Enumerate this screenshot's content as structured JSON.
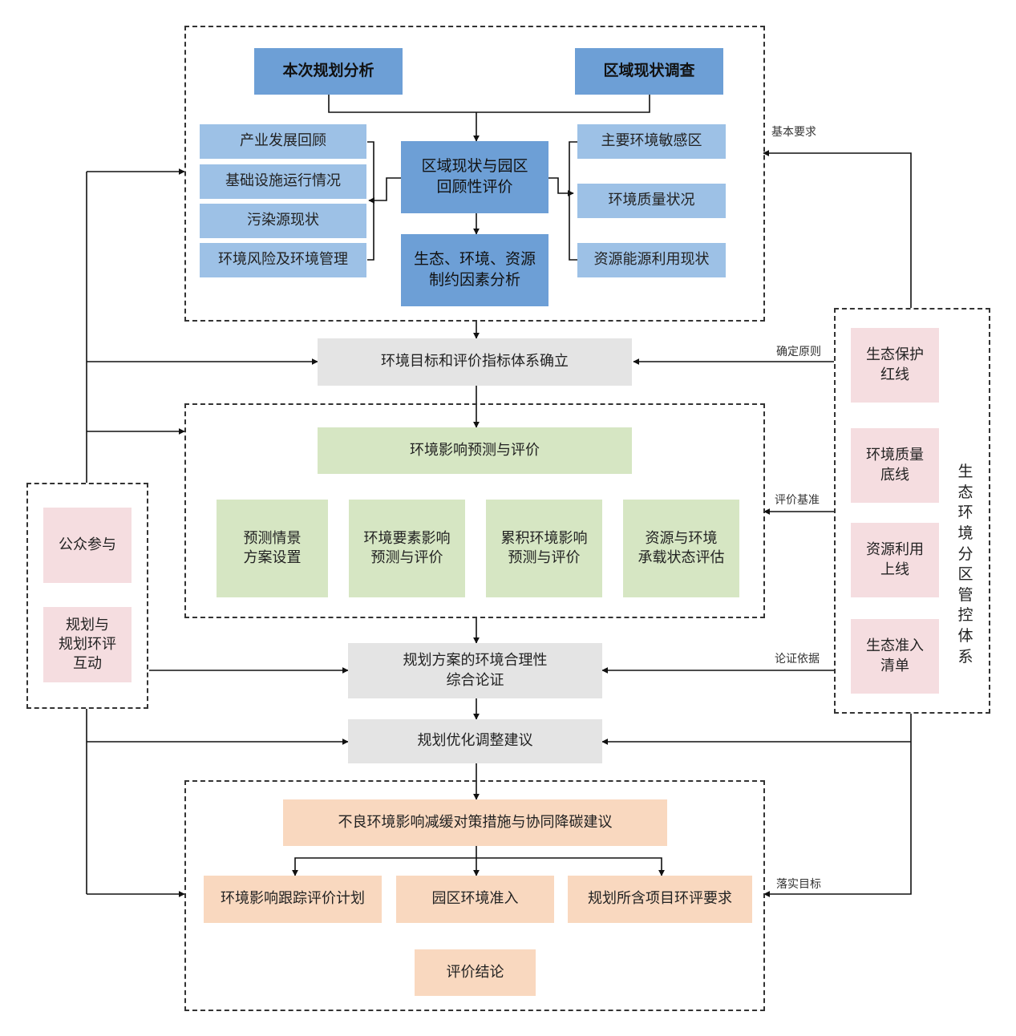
{
  "top_section": {
    "plan_analysis": "本次规划分析",
    "regional_survey": "区域现状调查",
    "regional_review": "区域现状与园区\n回顾性评价",
    "constraint_analysis": "生态、环境、资源\n制约因素分析",
    "left_items": [
      "产业发展回顾",
      "基础设施运行情况",
      "污染源现状",
      "环境风险及环境管理"
    ],
    "right_items": [
      "主要环境敏感区",
      "环境质量状况",
      "资源能源利用现状"
    ]
  },
  "target_system": "环境目标和评价指标体系确立",
  "prediction_section": {
    "title": "环境影响预测与评价",
    "items": [
      "预测情景\n方案设置",
      "环境要素影响\n预测与评价",
      "累积环境影响\n预测与评价",
      "资源与环境\n承载状态评估"
    ]
  },
  "rationality": "规划方案的环境合理性\n综合论证",
  "optimization": "规划优化调整建议",
  "bottom_section": {
    "mitigation": "不良环境影响减缓对策措施与协同降碳建议",
    "items": [
      "环境影响跟踪评价计划",
      "园区环境准入",
      "规划所含项目环评要求"
    ],
    "conclusion": "评价结论"
  },
  "public_group": {
    "items": [
      "公众参与",
      "规划与\n规划环评\n互动"
    ]
  },
  "zoning_group": {
    "title": "生态环境分区管控体系",
    "items": [
      "生态保护\n红线",
      "环境质量\n底线",
      "资源利用\n上线",
      "生态准入\n清单"
    ]
  },
  "edge_labels": {
    "basic_requirements": "基本要求",
    "principles": "确定原则",
    "evaluation_basis": "评价基准",
    "argument_basis": "论证依据",
    "implementation_target": "落实目标"
  }
}
